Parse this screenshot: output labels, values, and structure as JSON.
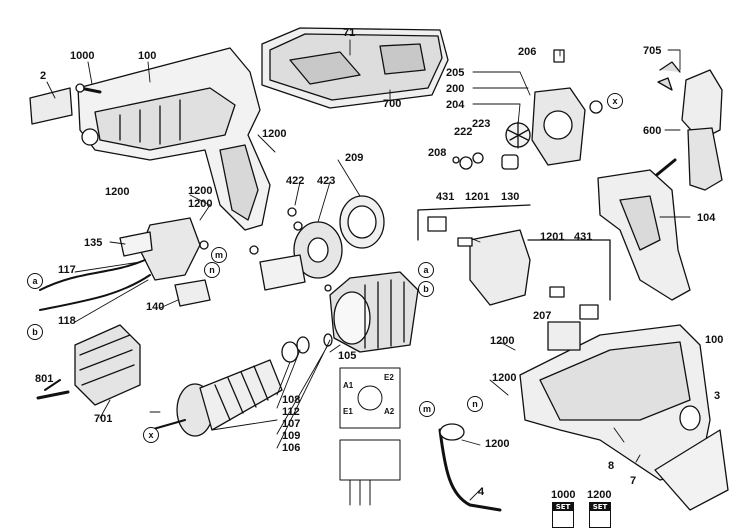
{
  "diagram": {
    "part_labels": {
      "p2": "2",
      "p1000a": "1000",
      "p100a": "100",
      "p71": "71",
      "p700": "700",
      "p206": "206",
      "p705": "705",
      "p205": "205",
      "p200": "200",
      "p204": "204",
      "p222": "222",
      "p223": "223",
      "p208": "208",
      "p600": "600",
      "p1200a": "1200",
      "p1200b": "1200",
      "p1200c": "1200",
      "p1200d": "1200",
      "p209": "209",
      "p422": "422",
      "p423": "423",
      "p431a": "431",
      "p1201a": "1201",
      "p130": "130",
      "p104": "104",
      "p135": "135",
      "p117": "117",
      "p118": "118",
      "p140": "140",
      "p1201b": "1201",
      "p431b": "431",
      "p207": "207",
      "p100b": "100",
      "p105": "105",
      "p1200e": "1200",
      "p1200f": "1200",
      "p801": "801",
      "p701": "701",
      "p108": "108",
      "p112": "112",
      "p107": "107",
      "p109": "109",
      "p106": "106",
      "p3": "3",
      "p1200g": "1200",
      "p8": "8",
      "p7": "7",
      "p4": "4",
      "p1000b": "1000",
      "p1200h": "1200"
    },
    "circle_labels": {
      "m1": "m",
      "n1": "n",
      "a1": "a",
      "b1": "b",
      "a2": "a",
      "b2": "b",
      "x1": "x",
      "x2": "x",
      "m2": "m",
      "n2": "n"
    },
    "wiring_labels": {
      "a1": "A1",
      "e2": "E2",
      "e1": "E1",
      "a2": "A2"
    },
    "set_badges": [
      {
        "label": "1000",
        "badge": "SET"
      },
      {
        "label": "1200",
        "badge": "SET"
      }
    ]
  }
}
